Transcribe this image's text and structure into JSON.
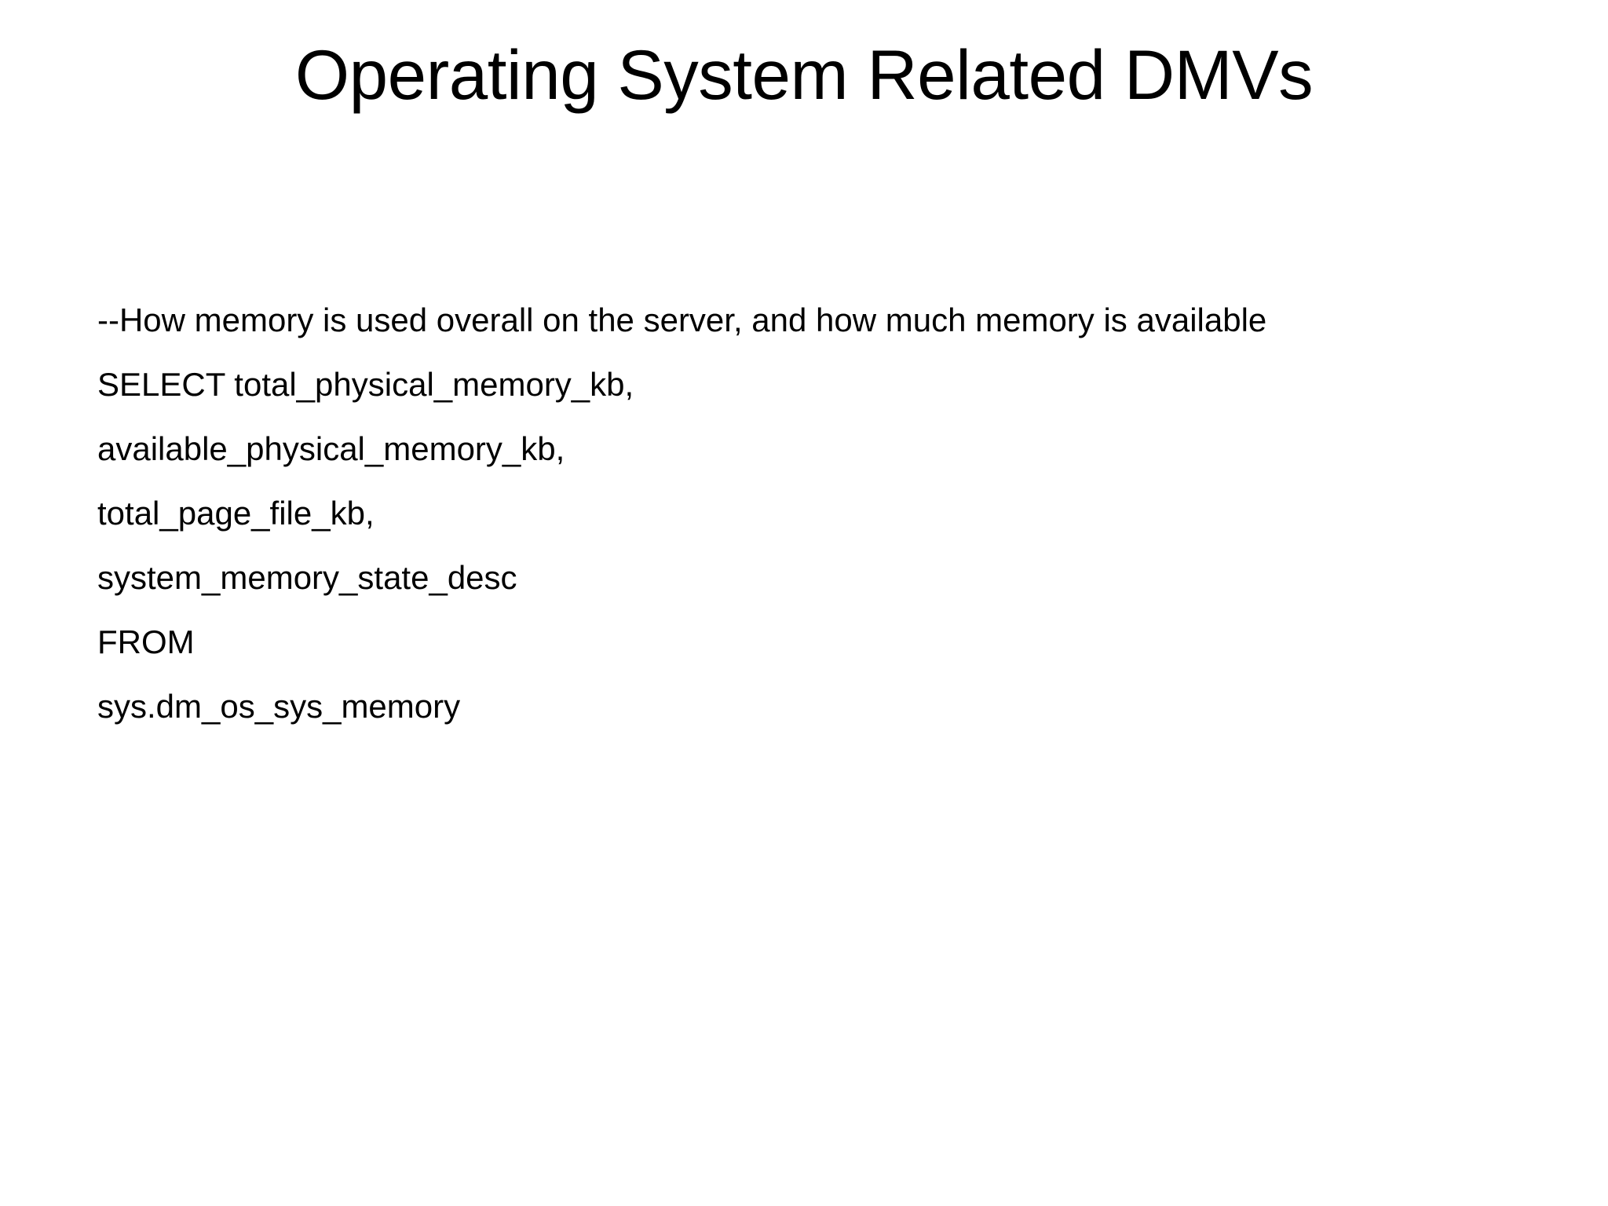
{
  "slide": {
    "background_color": "#FFFFFF",
    "text_color": "#000000",
    "title": "Operating System Related DMVs",
    "body_lines": [
      "--How memory is used overall on the server, and how much memory is available",
      "SELECT total_physical_memory_kb,",
      "available_physical_memory_kb,",
      "total_page_file_kb,",
      "system_memory_state_desc",
      "FROM",
      "sys.dm_os_sys_memory"
    ]
  }
}
